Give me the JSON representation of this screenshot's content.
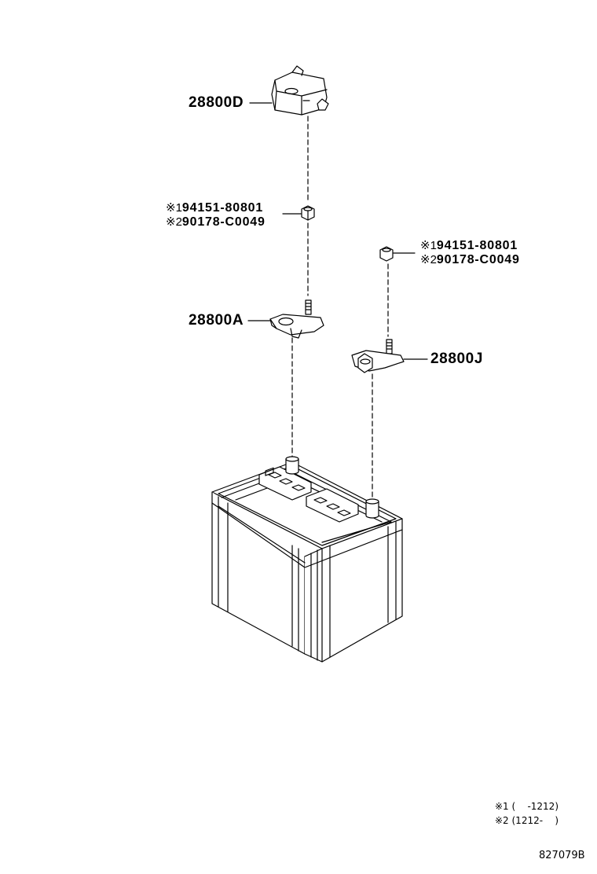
{
  "parts": {
    "cover": "28800D",
    "clamp_a": "28800A",
    "clamp_j": "28800J",
    "nut_left": {
      "alt1_mark": "※1",
      "alt1": "94151-80801",
      "alt2_mark": "※2",
      "alt2": "90178-C0049"
    },
    "nut_right": {
      "alt1_mark": "※1",
      "alt1": "94151-80801",
      "alt2_mark": "※2",
      "alt2": "90178-C0049"
    }
  },
  "notes": {
    "note1": "※1 (    -1212)",
    "note2": "※2 (1212-    )"
  },
  "figure_number": "827079B"
}
